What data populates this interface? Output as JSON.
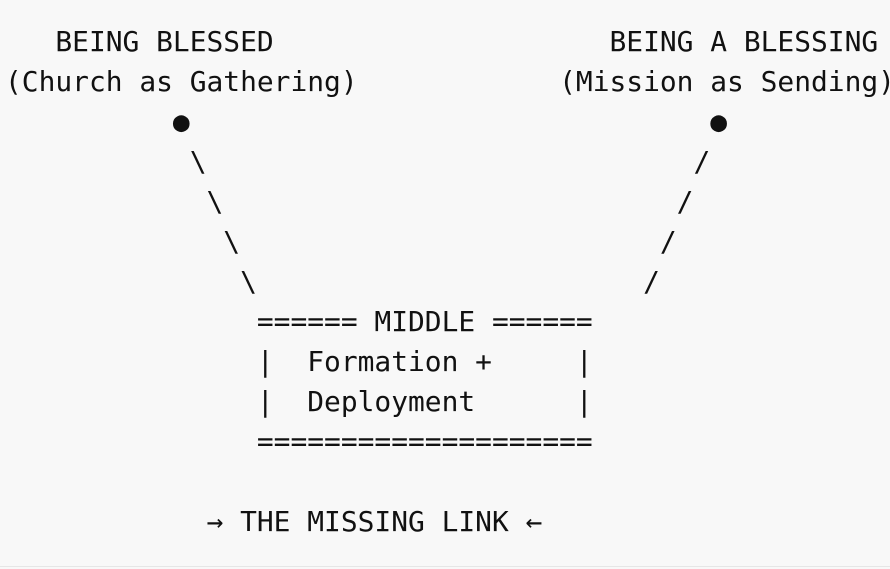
{
  "diagram": {
    "lines": [
      "   BEING BLESSED                    BEING A BLESSING",
      "(Church as Gathering)            (Mission as Sending)",
      "          ●                               ●",
      "           \\                             /",
      "            \\                           /",
      "             \\                         /",
      "              \\                       /",
      "               ====== MIDDLE ======",
      "               |  Formation +     |",
      "               |  Deployment      |",
      "               ====================",
      "",
      "            → THE MISSING LINK ←"
    ]
  }
}
